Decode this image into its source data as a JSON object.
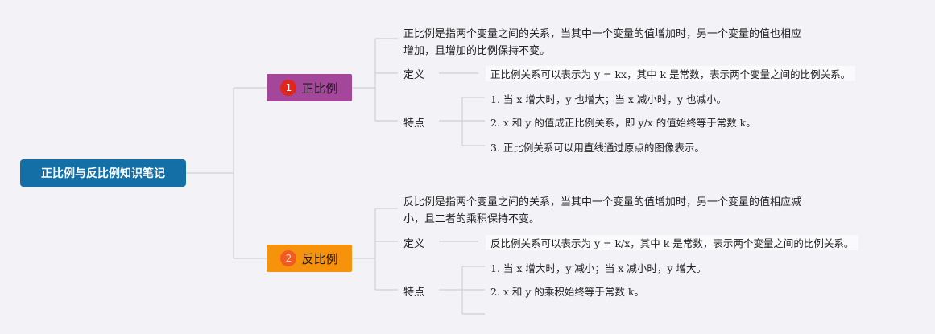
{
  "root": {
    "title": "正比例与反比例知识笔记"
  },
  "branches": [
    {
      "badge": "1",
      "title": "正比例",
      "description": "正比例是指两个变量之间的关系，当其中一个变量的值增加时，另一个变量的值也相应增加，且增加的比例保持不变。",
      "definition_label": "定义",
      "definition": "正比例关系可以表示为 y = kx，其中 k 是常数，表示两个变量之间的比例关系。",
      "features_label": "特点",
      "features": [
        "1. 当 x 增大时，y 也增大；当 x 减小时，y 也减小。",
        "2. x 和 y 的值成正比例关系，即 y/x 的值始终等于常数 k。",
        "3. 正比例关系可以用直线通过原点的图像表示。"
      ]
    },
    {
      "badge": "2",
      "title": "反比例",
      "description": "反比例是指两个变量之间的关系，当其中一个变量的值增加时，另一个变量的值相应减小，且二者的乘积保持不变。",
      "definition_label": "定义",
      "definition": "反比例关系可以表示为 y = k/x，其中 k 是常数，表示两个变量之间的比例关系。",
      "features_label": "特点",
      "features": [
        "1. 当 x 增大时，y 减小；当 x 减小时，y 增大。",
        "2. x 和 y 的乘积始终等于常数 k。"
      ]
    }
  ],
  "colors": {
    "root": "#136fa6",
    "branch_1": "#a4479a",
    "branch_2": "#f7920d",
    "connector": "#cfcfd4"
  }
}
